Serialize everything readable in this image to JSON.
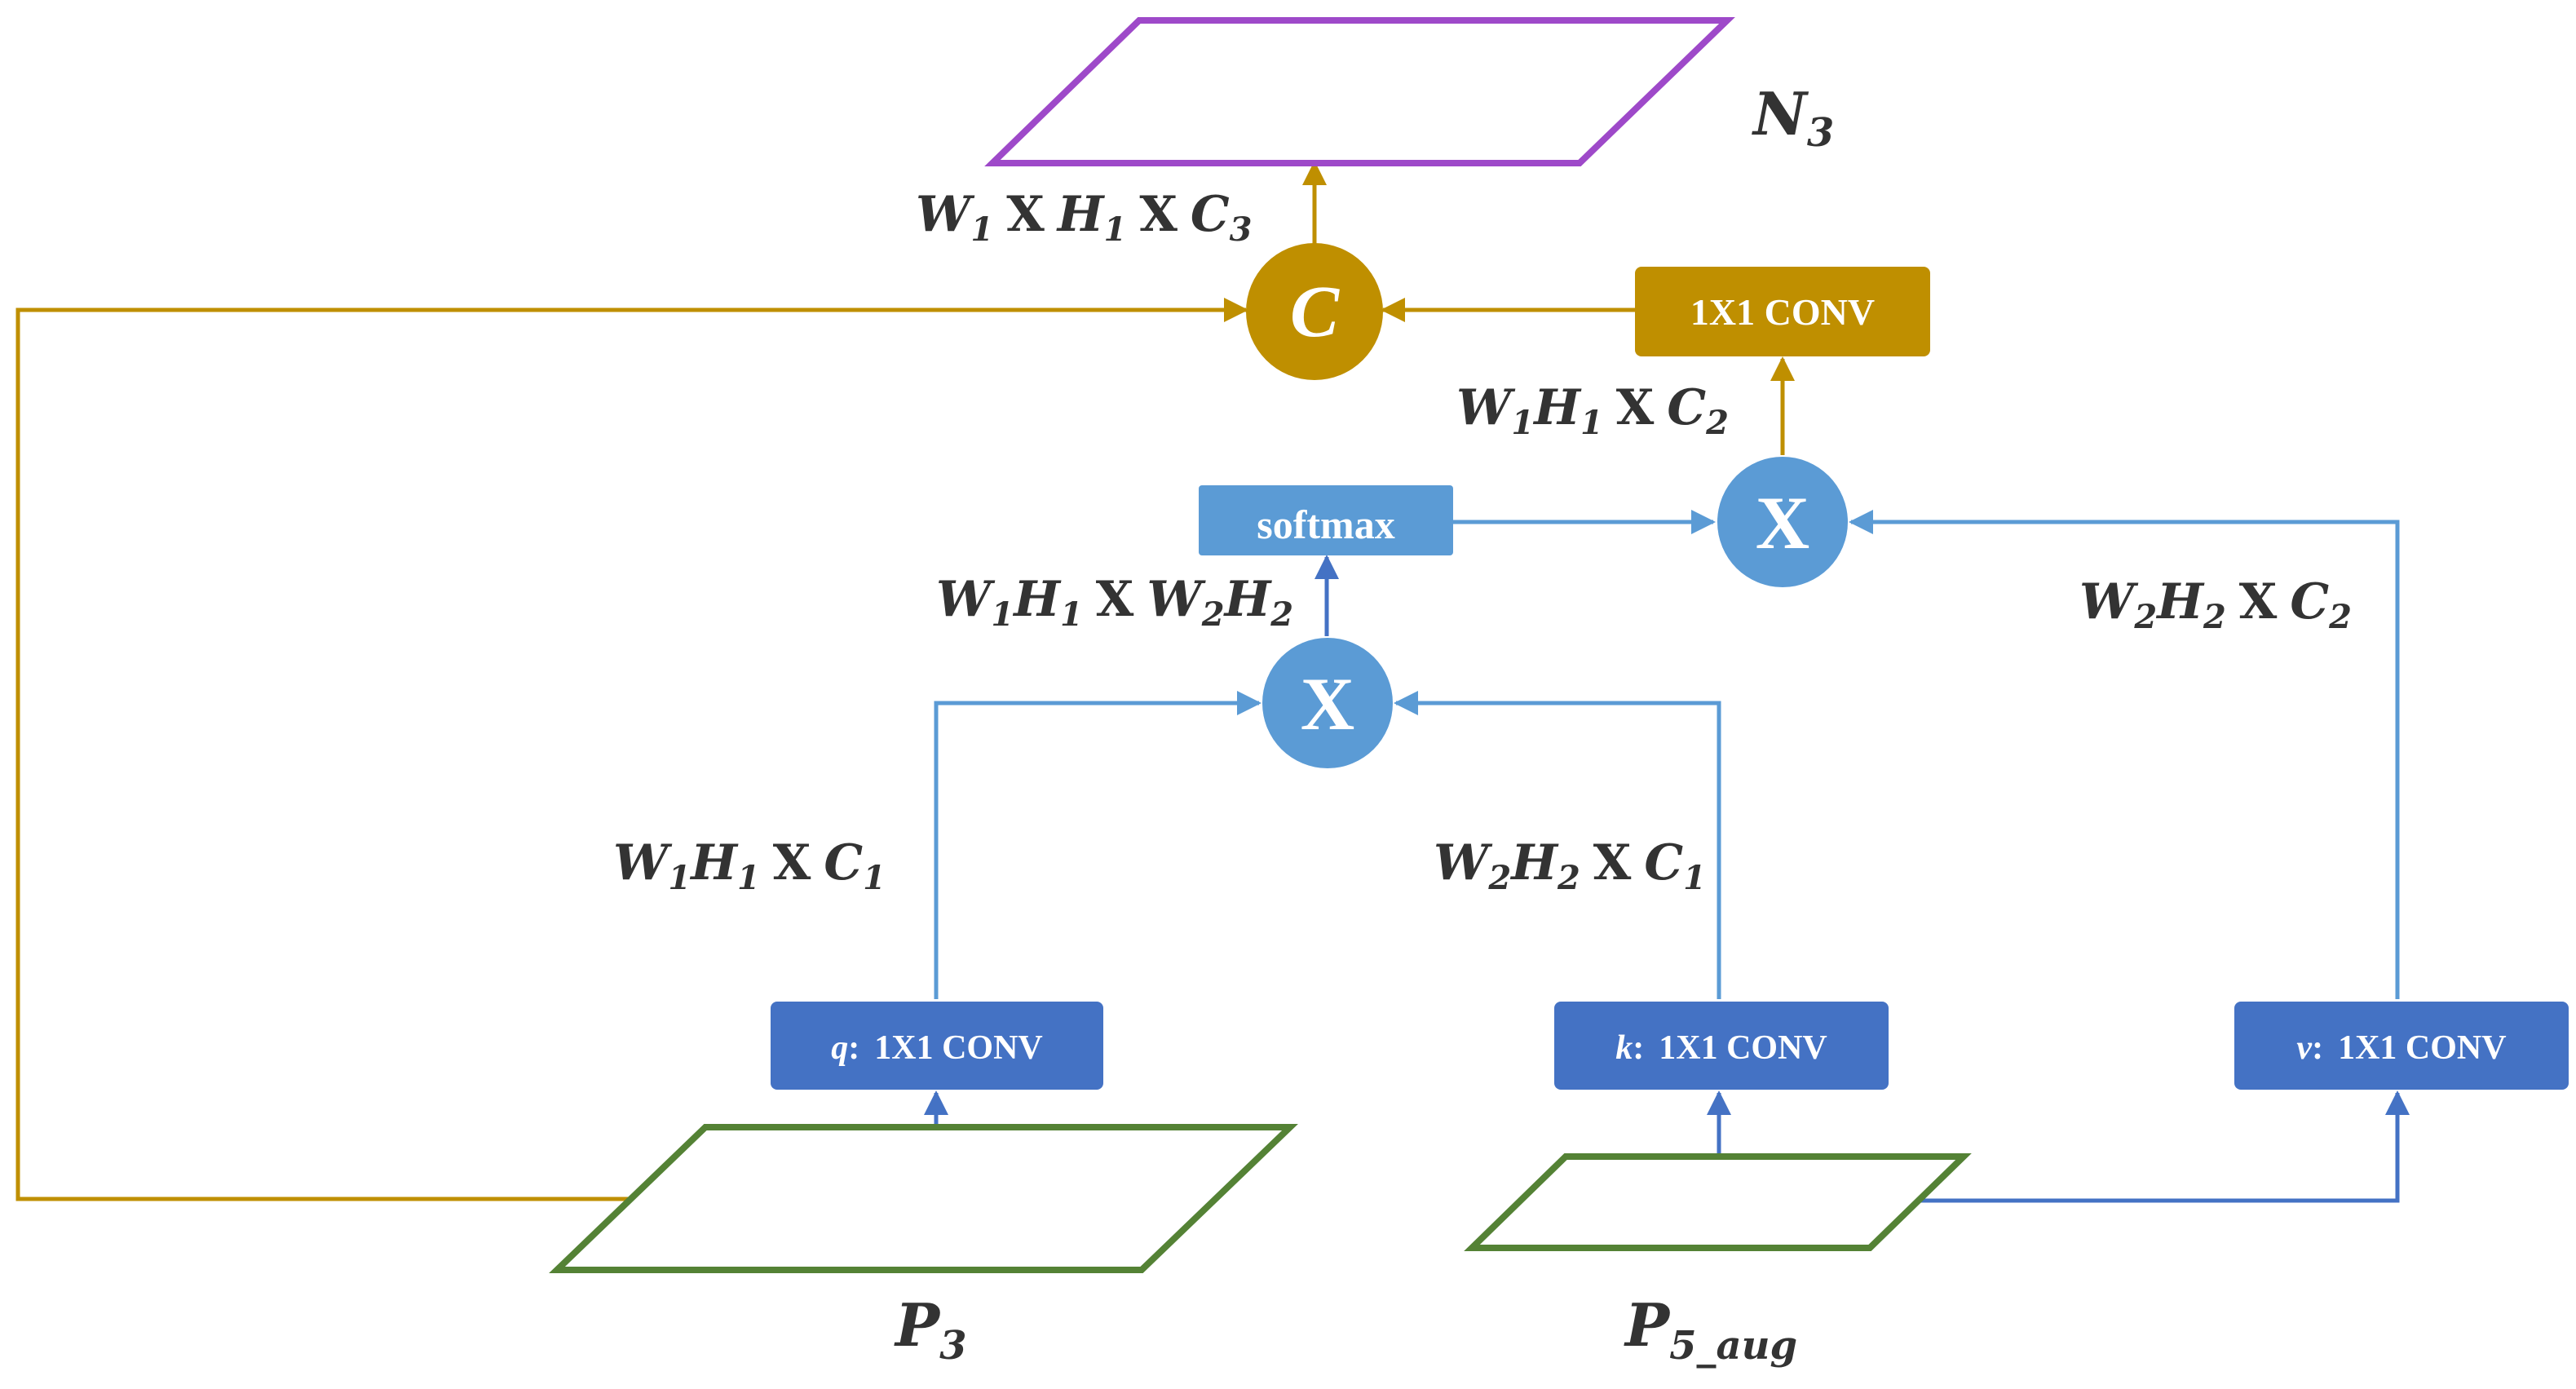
{
  "colors": {
    "gold": "#bf8f00",
    "blue_line": "#5b9bd5",
    "blue_dark": "#4472c4",
    "box_dark": "#4472c4",
    "box_light": "#5b9bd5",
    "green": "#548235",
    "purple": "#9e49c9",
    "text": "#333333",
    "background": "#ffffff"
  },
  "feature_maps": {
    "output": {
      "base": "N",
      "sub": "3"
    },
    "input_left": {
      "base": "P",
      "sub": "3"
    },
    "input_right": {
      "base": "P",
      "sub": "5_aug"
    }
  },
  "operators": {
    "concat": "C",
    "matmul_attention": "X",
    "matmul_output": "X"
  },
  "blocks": {
    "query": {
      "var": "q",
      "sep": ":",
      "op": "1X1 CONV"
    },
    "key": {
      "var": "k",
      "sep": ":",
      "op": "1X1 CONV"
    },
    "value": {
      "var": "v",
      "sep": ":",
      "op": "1X1 CONV"
    },
    "output_conv": {
      "op": "1X1 CONV"
    },
    "softmax": {
      "op": "softmax"
    }
  },
  "dimension_labels": {
    "concat_out": {
      "w": "W",
      "w_sub": "1",
      "x1": "X",
      "h": "H",
      "h_sub": "1",
      "x2": "X",
      "c": "C",
      "c_sub": "3"
    },
    "attn_out": {
      "w": "W",
      "w_sub": "1",
      "h": "H",
      "h_sub": "1",
      "x": "X",
      "c": "C",
      "c_sub": "2"
    },
    "attn_map": {
      "w1": "W",
      "w1_sub": "1",
      "h1": "H",
      "h1_sub": "1",
      "x": "X",
      "w2": "W",
      "w2_sub": "2",
      "h2": "H",
      "h2_sub": "2"
    },
    "value_dim": {
      "w": "W",
      "w_sub": "2",
      "h": "H",
      "h_sub": "2",
      "x": "X",
      "c": "C",
      "c_sub": "2"
    },
    "query_dim": {
      "w": "W",
      "w_sub": "1",
      "h": "H",
      "h_sub": "1",
      "x": "X",
      "c": "C",
      "c_sub": "1"
    },
    "key_dim": {
      "w": "W",
      "w_sub": "2",
      "h": "H",
      "h_sub": "2",
      "x": "X",
      "c": "C",
      "c_sub": "1"
    }
  }
}
